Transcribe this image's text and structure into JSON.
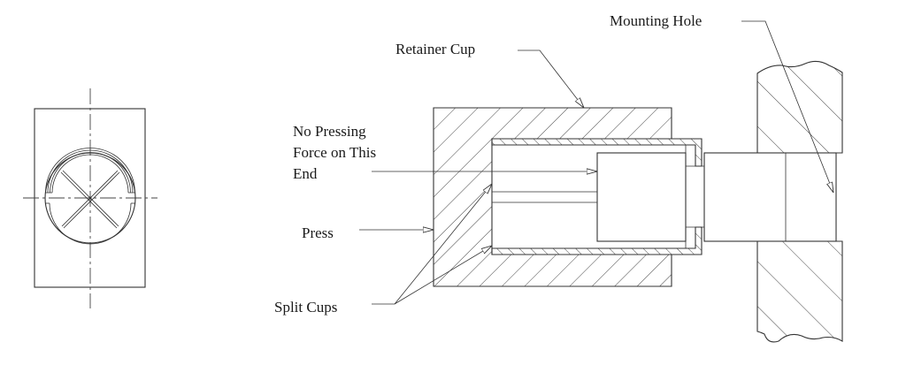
{
  "diagram": {
    "type": "mechanical-section-drawing",
    "views": [
      "end-view",
      "section-view"
    ],
    "labels": {
      "mounting_hole": "Mounting Hole",
      "retainer_cup": "Retainer Cup",
      "no_pressing_force": [
        "No Pressing",
        "Force on This",
        "End"
      ],
      "press": "Press",
      "split_cups": "Split Cups"
    },
    "colors": {
      "line": "#333333",
      "background": "#ffffff"
    }
  }
}
